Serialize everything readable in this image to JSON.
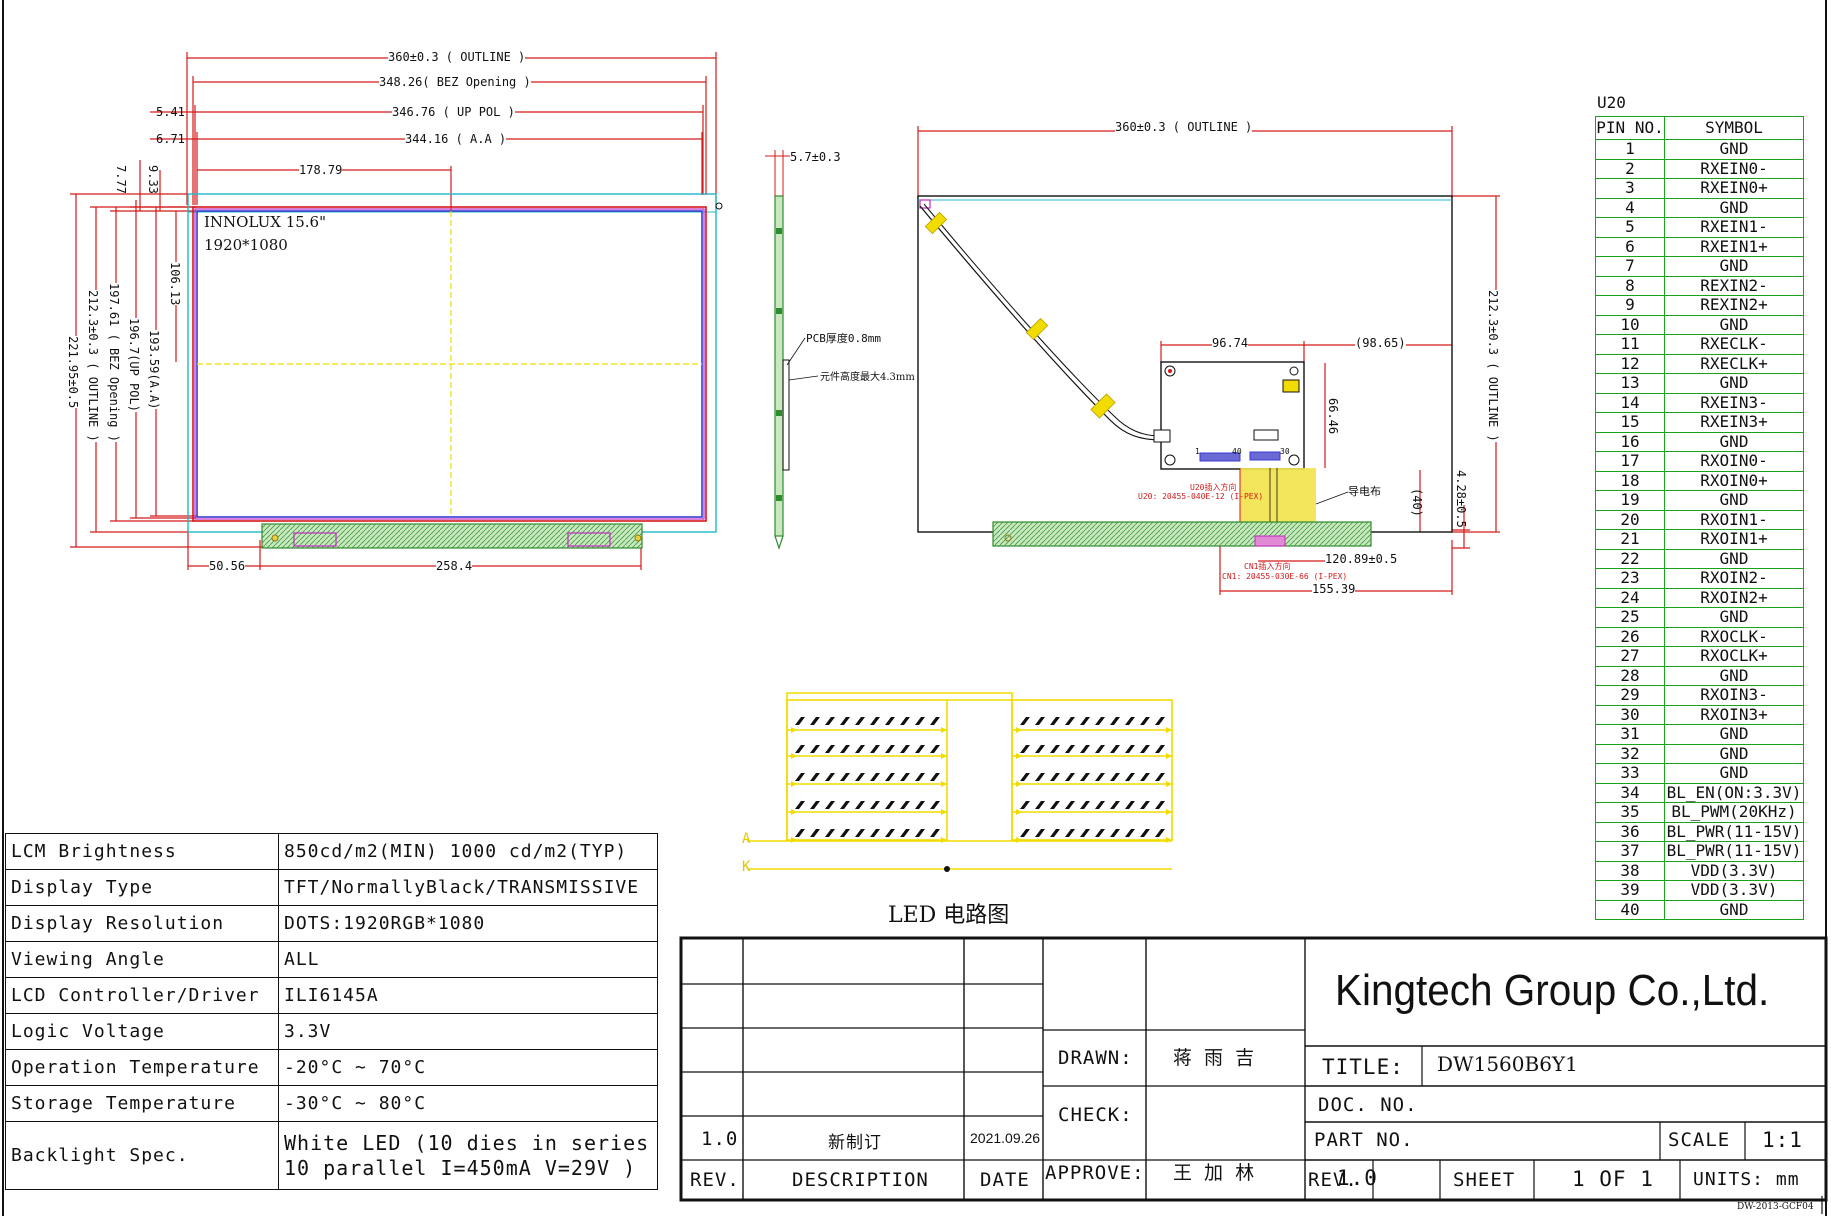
{
  "front_view": {
    "dims": {
      "outline_w": "360±0.3 ( OUTLINE )",
      "bez_w": "348.26( BEZ Opening )",
      "up_pol_w": "346.76 ( UP POL )",
      "aa_w": "344.16 ( A.A )",
      "off_541": "5.41",
      "off_671": "6.71",
      "center_w": "178.79",
      "v_777": "7.77",
      "v_933": "9.33",
      "v_10613": "106.13",
      "outline_h": "212.3±0.3 ( OUTLINE )",
      "bez_h": "197.61 ( BEZ Opening )",
      "up_pol_h": "196.7(UP POL)",
      "aa_h": "193.59(A.A)",
      "total_h": "221.95±0.5",
      "pcb_left": "50.56",
      "pcb_w": "258.4"
    },
    "label_1": "INNOLUX 15.6\"",
    "label_2": "1920*1080"
  },
  "side_view": {
    "thickness": "5.7±0.3",
    "pcb_note": "PCB厚度0.8mm",
    "comp_note": "元件高度最大4.3mm"
  },
  "back_view": {
    "outline_w": "360±0.3 ( OUTLINE )",
    "outline_h": "212.3±0.3 ( OUTLINE )",
    "d_9674": "96.74",
    "d_9865": "(98.65)",
    "d_6646": "66.46",
    "d_40": "(40)",
    "d_428": "4.28±0.5",
    "d_12089": "120.89±0.5",
    "d_15539": "155.39",
    "light_guide": "导电布",
    "u20_note_1": "U20插入方向",
    "u20_note_2": "U20: 20455-040E-12 (I-PEX)",
    "cn1_note_1": "CN1插入方向",
    "cn1_note_2": "CN1: 20455-030E-66 (I-PEX)",
    "pin_1": "1",
    "pin_40": "40",
    "pin_30": "30"
  },
  "led": {
    "caption": "LED 电路图",
    "anode": "A",
    "cathode": "K"
  },
  "specs": [
    {
      "k": "LCM Brightness",
      "v": "850cd/m2(MIN) 1000 cd/m2(TYP)"
    },
    {
      "k": "Display Type",
      "v": "TFT/NormallyBlack/TRANSMISSIVE"
    },
    {
      "k": "Display Resolution",
      "v": "DOTS:1920RGB*1080"
    },
    {
      "k": "Viewing Angle",
      "v": "ALL"
    },
    {
      "k": "LCD Controller/Driver",
      "v": "ILI6145A"
    },
    {
      "k": "Logic Voltage",
      "v": "3.3V"
    },
    {
      "k": "Operation Temperature",
      "v": "-20°C ~ 70°C"
    },
    {
      "k": "Storage Temperature",
      "v": "-30°C ~ 80°C"
    },
    {
      "k": "Backlight Spec.",
      "v1": "White LED (10 dies in series",
      "v2": "10 parallel  I=450mA  V=29V )"
    }
  ],
  "pins": {
    "title": "U20",
    "header_no": "PIN NO.",
    "header_symbol": "SYMBOL",
    "rows": [
      {
        "n": "1",
        "s": "GND"
      },
      {
        "n": "2",
        "s": "RXEIN0-"
      },
      {
        "n": "3",
        "s": "RXEIN0+"
      },
      {
        "n": "4",
        "s": "GND"
      },
      {
        "n": "5",
        "s": "RXEIN1-"
      },
      {
        "n": "6",
        "s": "RXEIN1+"
      },
      {
        "n": "7",
        "s": "GND"
      },
      {
        "n": "8",
        "s": "REXIN2-"
      },
      {
        "n": "9",
        "s": "REXIN2+"
      },
      {
        "n": "10",
        "s": "GND"
      },
      {
        "n": "11",
        "s": "RXECLK-"
      },
      {
        "n": "12",
        "s": "RXECLK+"
      },
      {
        "n": "13",
        "s": "GND"
      },
      {
        "n": "14",
        "s": "RXEIN3-"
      },
      {
        "n": "15",
        "s": "RXEIN3+"
      },
      {
        "n": "16",
        "s": "GND"
      },
      {
        "n": "17",
        "s": "RXOIN0-"
      },
      {
        "n": "18",
        "s": "RXOIN0+"
      },
      {
        "n": "19",
        "s": "GND"
      },
      {
        "n": "20",
        "s": "RXOIN1-"
      },
      {
        "n": "21",
        "s": "RXOIN1+"
      },
      {
        "n": "22",
        "s": "GND"
      },
      {
        "n": "23",
        "s": "RXOIN2-"
      },
      {
        "n": "24",
        "s": "RXOIN2+"
      },
      {
        "n": "25",
        "s": "GND"
      },
      {
        "n": "26",
        "s": "RXOCLK-"
      },
      {
        "n": "27",
        "s": "RXOCLK+"
      },
      {
        "n": "28",
        "s": "GND"
      },
      {
        "n": "29",
        "s": "RXOIN3-"
      },
      {
        "n": "30",
        "s": "RXOIN3+"
      },
      {
        "n": "31",
        "s": "GND"
      },
      {
        "n": "32",
        "s": "GND"
      },
      {
        "n": "33",
        "s": "GND"
      },
      {
        "n": "34",
        "s": "BL_EN(ON:3.3V)"
      },
      {
        "n": "35",
        "s": "BL_PWM(20KHz)"
      },
      {
        "n": "36",
        "s": "BL_PWR(11-15V)"
      },
      {
        "n": "37",
        "s": "BL_PWR(11-15V)"
      },
      {
        "n": "38",
        "s": "VDD(3.3V)"
      },
      {
        "n": "39",
        "s": "VDD(3.3V)"
      },
      {
        "n": "40",
        "s": "GND"
      }
    ]
  },
  "title_block": {
    "rev_val": "1.0",
    "desc_val": "新制订",
    "date_val": "2021.09.26",
    "rev_label": "REV.",
    "desc_label": "DESCRIPTION",
    "date_label": "DATE",
    "drawn_label": "DRAWN:",
    "drawn_val": "蒋 雨 吉",
    "check_label": "CHECK:",
    "approve_label": "APPROVE:",
    "approve_val": "王 加 林",
    "company": "Kingtech Group Co.,Ltd.",
    "title_label": "TITLE:",
    "title_val": "DW1560B6Y1",
    "doc_label": "DOC. NO.",
    "part_label": "PART NO.",
    "scale_label": "SCALE",
    "scale_val": "1:1",
    "rev2_label": "REV.",
    "rev2_val": "1.0",
    "sheet_label": "SHEET",
    "sheet_val": "1 OF 1",
    "units_label": "UNITS: mm",
    "form_no": "DW-2013-GCF04"
  },
  "colors": {
    "outline": "#d41a1a",
    "bezel": "#1f9bdc",
    "aa": "#3b3bd4",
    "pcb": "#2e8b2e",
    "center": "#f2dc00",
    "pin_grid": "#1aa31a"
  }
}
